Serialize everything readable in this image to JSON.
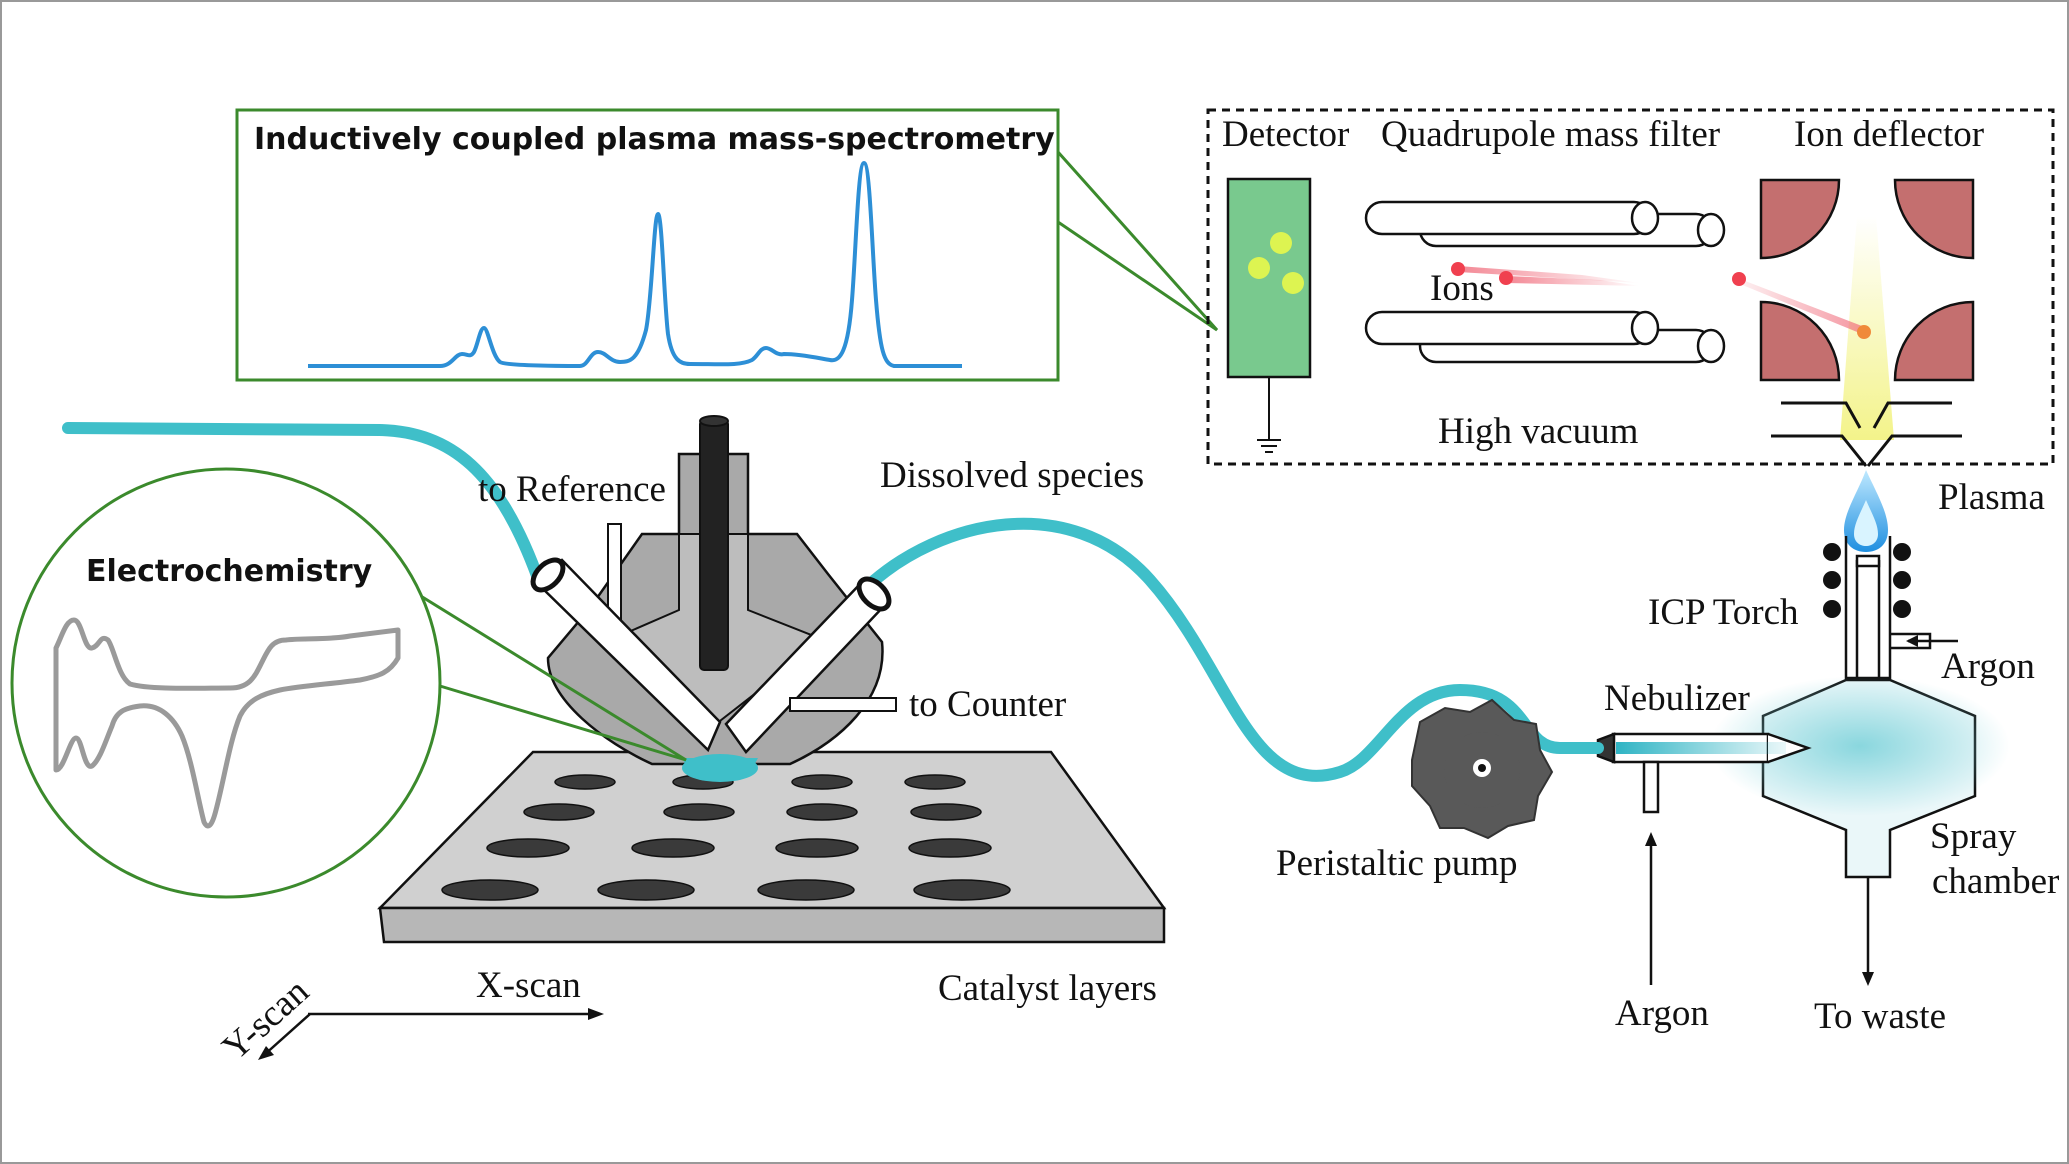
{
  "labels": {
    "icpms_title": "Inductively coupled plasma mass-spectrometry",
    "electrochem_title": "Electrochemistry",
    "detector": "Detector",
    "quadrupole": "Quadrupole mass filter",
    "ion_deflector": "Ion deflector",
    "ions": "Ions",
    "high_vacuum": "High vacuum",
    "plasma": "Plasma",
    "icp_torch": "ICP Torch",
    "argon_torch": "Argon",
    "nebulizer": "Nebulizer",
    "spray_chamber_1": "Spray",
    "spray_chamber_2": "chamber",
    "argon_nebulizer": "Argon",
    "to_waste": "To waste",
    "peristaltic_pump": "Peristaltic pump",
    "dissolved_species": "Dissolved species",
    "to_reference": "to Reference",
    "to_counter": "to Counter",
    "catalyst_layers": "Catalyst layers",
    "x_scan": "X-scan",
    "y_scan": "Y-scan"
  },
  "colors": {
    "tubing": "#3fbfc9",
    "spectrum_line": "#2d8fd6",
    "callout_green": "#3b8a2c",
    "deflector_red": "#c46f6f",
    "detector_green": "#79c98e",
    "cv_gray": "#9a9a9a"
  },
  "icons": [
    "peristaltic-pump-icon",
    "plasma-flame-icon",
    "ground-symbol-icon",
    "rf-coil-icon"
  ]
}
